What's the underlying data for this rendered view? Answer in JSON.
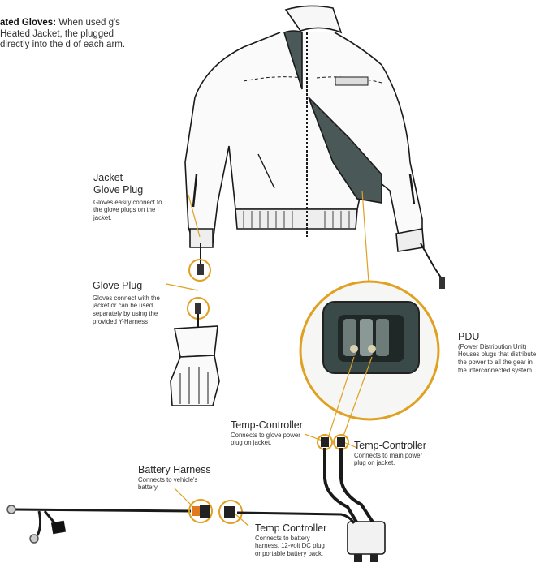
{
  "intro": {
    "bold": "ated Gloves:",
    "text": " When used g's Heated Jacket, the plugged directly into the d of each arm."
  },
  "labels": {
    "jacket_glove_plug": {
      "title_line1": "Jacket",
      "title_line2": "Glove Plug",
      "desc": "Gloves easily connect to the glove plugs on the jacket."
    },
    "glove_plug": {
      "title": "Glove Plug",
      "desc": "Gloves connect with the jacket or can be used separately by using the provided Y-Harness"
    },
    "pdu": {
      "title": "PDU",
      "subtitle": "(Power Distribution Unit)",
      "desc": "Houses plugs that distribute the power to all the gear in the interconnected system."
    },
    "temp_controller_glove": {
      "title": "Temp-Controller",
      "desc": "Connects to glove power plug on jacket."
    },
    "temp_controller_main": {
      "title": "Temp-Controller",
      "desc": "Connects to main power plug on jacket."
    },
    "battery_harness": {
      "title": "Battery Harness",
      "desc": "Connects to vehicle's battery."
    },
    "temp_controller_battery": {
      "title": "Temp Controller",
      "desc": "Connects to battery harness, 12-volt DC plug or portable battery pack."
    }
  },
  "colors": {
    "accent": "#e0a020",
    "line": "#1a1a1a",
    "pdu_dark": "#3a4a48"
  },
  "icons": [
    "jacket-illustration",
    "glove-illustration",
    "plug-icon",
    "pdu-photo",
    "controller-box-icon",
    "ring-terminal-icon"
  ]
}
